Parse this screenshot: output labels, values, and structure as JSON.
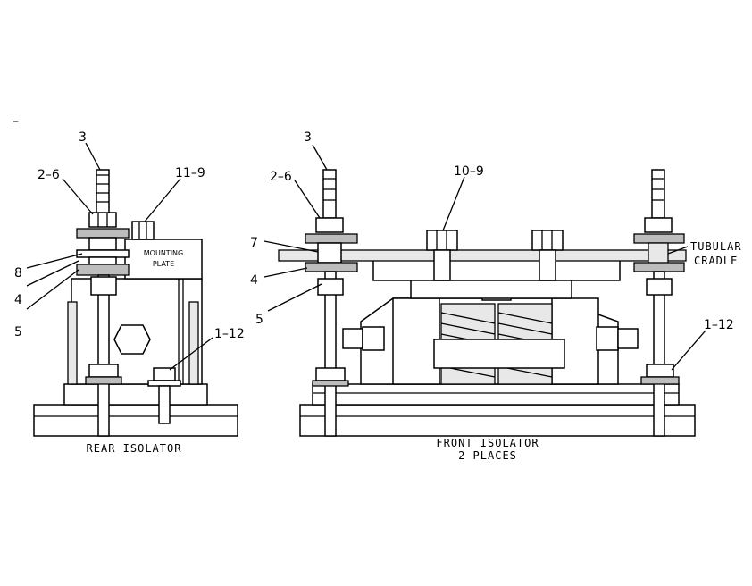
{
  "rear": {
    "caption": "REAR ISOLATOR",
    "callouts": {
      "c3": "3",
      "c26": "2–6",
      "c119": "11–9",
      "c8": "8",
      "c4": "4",
      "c5": "5",
      "c112": "1–12"
    },
    "plate_label_1": "MOUNTING",
    "plate_label_2": "PLATE"
  },
  "front": {
    "caption_1": "FRONT ISOLATOR",
    "caption_2": "2 PLACES",
    "callouts": {
      "c3": "3",
      "c26": "2–6",
      "c109": "10–9",
      "c7": "7",
      "c4": "4",
      "c5": "5",
      "c112": "1–12"
    },
    "cradle_label_1": "TUBULAR",
    "cradle_label_2": "CRADLE"
  },
  "corner_mark": "–"
}
